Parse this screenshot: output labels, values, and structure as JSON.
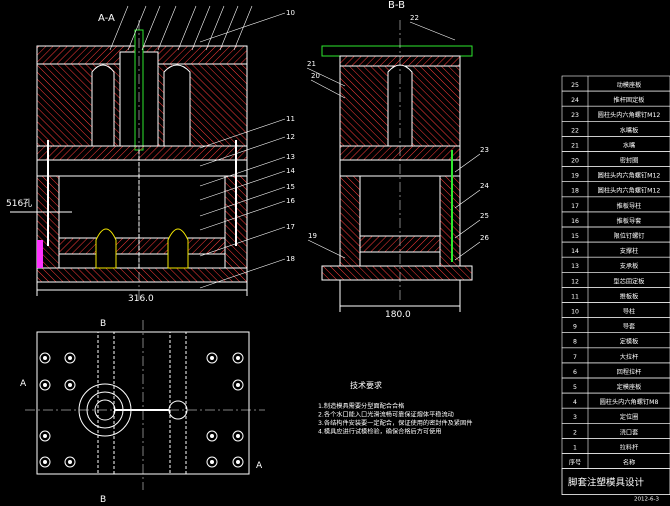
{
  "views": {
    "section_aa": "A-A",
    "section_bb": "B-B",
    "dim_width_aa": "316.0",
    "dim_width_bb": "180.0",
    "dim_left_label": "516孔",
    "callouts_aa": [
      "10",
      "11",
      "12",
      "13",
      "14",
      "15",
      "16",
      "17",
      "18"
    ],
    "callouts_bb": [
      "22",
      "21",
      "20",
      "23",
      "24",
      "25",
      "26",
      "19"
    ],
    "plan_marks": {
      "a_left": "A",
      "a_right": "A",
      "b_top": "B",
      "b_bottom": "B"
    }
  },
  "notes": {
    "title": "技术要求",
    "lines": [
      "1.制造模具需要分型面配合合格",
      "2.各个水口能入口光滑流畅可靠保证熔体平稳流动",
      "3.各结构件安装要一定配合，保证使用的密封件及紧固件",
      "4.模具应进行试模检验，确保合格后方可使用"
    ]
  },
  "bom": {
    "rows": [
      {
        "no": "25",
        "name": "动模座板"
      },
      {
        "no": "24",
        "name": "推杆固定板"
      },
      {
        "no": "23",
        "name": "圆柱头内六角螺钉M12"
      },
      {
        "no": "22",
        "name": "水嘴板"
      },
      {
        "no": "21",
        "name": "水嘴"
      },
      {
        "no": "20",
        "name": "密封圈"
      },
      {
        "no": "19",
        "name": "圆柱头内六角螺钉M12"
      },
      {
        "no": "18",
        "name": "圆柱头内六角螺钉M12"
      },
      {
        "no": "17",
        "name": "推板导柱"
      },
      {
        "no": "16",
        "name": "推板导套"
      },
      {
        "no": "15",
        "name": "限位钉螺钉"
      },
      {
        "no": "14",
        "name": "支撑柱"
      },
      {
        "no": "13",
        "name": "支承板"
      },
      {
        "no": "12",
        "name": "型芯固定板"
      },
      {
        "no": "11",
        "name": "推板板"
      },
      {
        "no": "10",
        "name": "导柱"
      },
      {
        "no": "9",
        "name": "导套"
      },
      {
        "no": "8",
        "name": "定模板"
      },
      {
        "no": "7",
        "name": "大拉杆"
      },
      {
        "no": "6",
        "name": "回程拉杆"
      },
      {
        "no": "5",
        "name": "定模座板"
      },
      {
        "no": "4",
        "name": "圆柱头内六角螺钉M8"
      },
      {
        "no": "3",
        "name": "定位圈"
      },
      {
        "no": "2",
        "name": "浇口套"
      },
      {
        "no": "1",
        "name": "拉料杆"
      }
    ],
    "header_no": "序号",
    "header_name": "名称",
    "title": "脚套注塑模具设计",
    "footer_left": "",
    "footer_right": "2012-6-3"
  },
  "colors": {
    "line": "#ffffff",
    "hatch": "#ff3b3b",
    "green": "#2ee82e",
    "yellow": "#f2e600",
    "magenta": "#ff33ff",
    "cyan": "#33e0ff"
  }
}
